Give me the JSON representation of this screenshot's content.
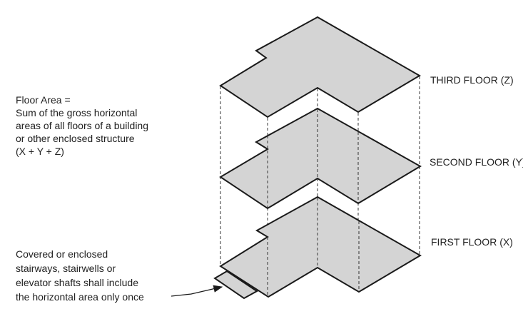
{
  "definition": {
    "lines": [
      "Floor Area =",
      "Sum of the gross horizontal",
      "areas of all floors of a building",
      "or other enclosed structure",
      "(X + Y + Z)"
    ]
  },
  "note": {
    "lines": [
      "Covered or enclosed",
      "stairways, stairwells or",
      "elevator shafts shall include",
      "the horizontal area only once"
    ]
  },
  "floors": [
    {
      "label": "THIRD FLOOR (Z)"
    },
    {
      "label": "SECOND FLOOR (Y)"
    },
    {
      "label": "FIRST FLOOR (X)"
    }
  ],
  "colors": {
    "floor_fill": "#d4d4d4",
    "outline": "#1a1a1a"
  }
}
